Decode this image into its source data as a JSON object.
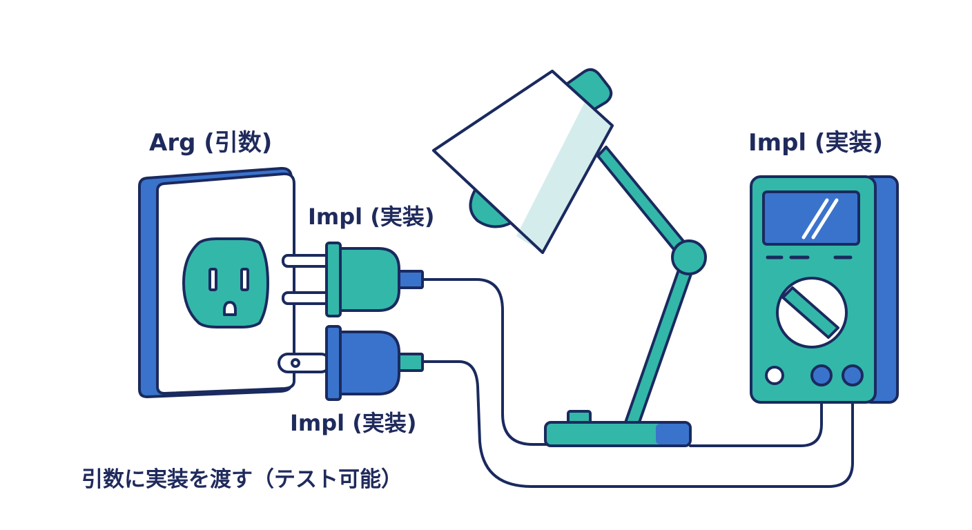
{
  "labels": {
    "arg": "Arg (引数)",
    "impl_top_plug": "Impl (実装)",
    "impl_bottom_plug": "Impl (実装)",
    "impl_meter": "Impl (実装)",
    "caption": "引数に実装を渡す（テスト可能）"
  },
  "colors": {
    "outline": "#1a2a5e",
    "teal": "#33b7a9",
    "blue": "#3a73cc",
    "pale": "#d5ecec",
    "white": "#ffffff"
  },
  "icons": [
    "wall-outlet-icon",
    "teal-plug-icon",
    "blue-plug-icon",
    "desk-lamp-icon",
    "multimeter-icon"
  ]
}
